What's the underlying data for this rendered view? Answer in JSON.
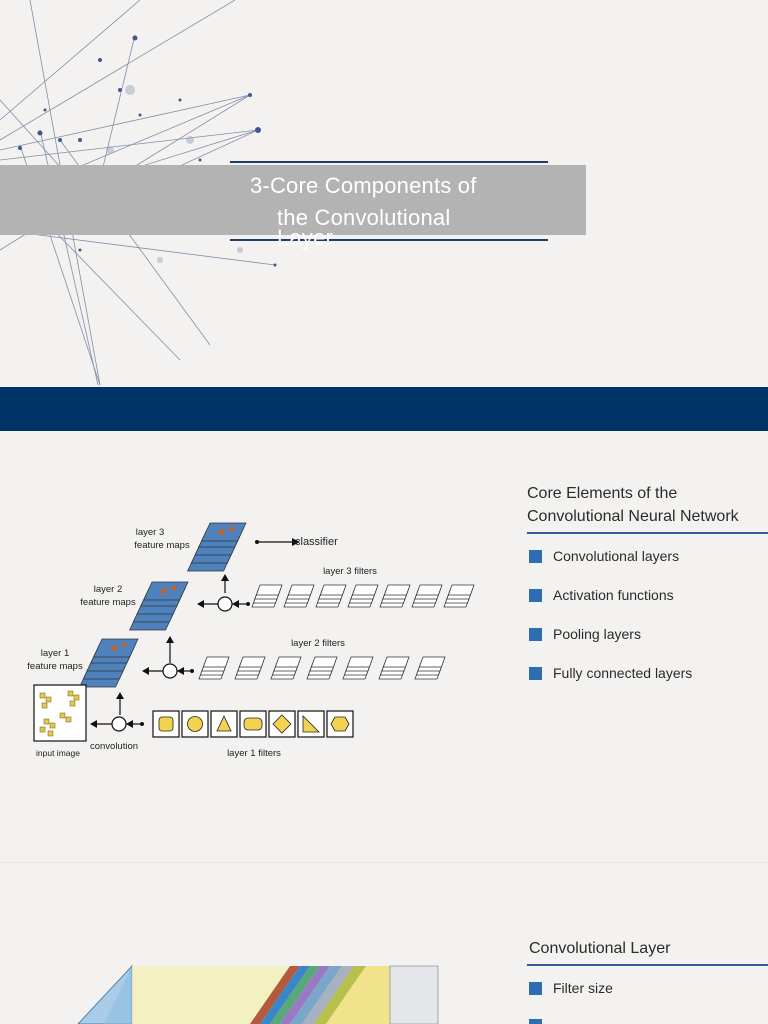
{
  "title": {
    "lines": [
      "3-Core Components of",
      "the  Convolutional",
      "Layer"
    ]
  },
  "section1": {
    "heading_line1": "Core Elements of the",
    "heading_line2": "Convolutional Neural Network",
    "bullets": [
      "Convolutional layers",
      "Activation functions",
      "Pooling layers",
      "Fully connected layers"
    ]
  },
  "diagram": {
    "layer3": "layer 3",
    "layer3_sub": "feature maps",
    "layer2": "layer 2",
    "layer2_sub": "feature maps",
    "layer1": "layer 1",
    "layer1_sub": "feature maps",
    "classifier": "classifier",
    "layer3_filters": "layer 3 filters",
    "layer2_filters": "layer 2 filters",
    "layer1_filters": "layer 1 filters",
    "input_image": "input image",
    "convolution": "convolution"
  },
  "section2": {
    "heading": "Convolutional Layer",
    "bullets": [
      "Filter size"
    ]
  },
  "colors": {
    "navy_band": "#003366",
    "accent": "#2e6db1",
    "title_box": "#b3b3b3"
  }
}
